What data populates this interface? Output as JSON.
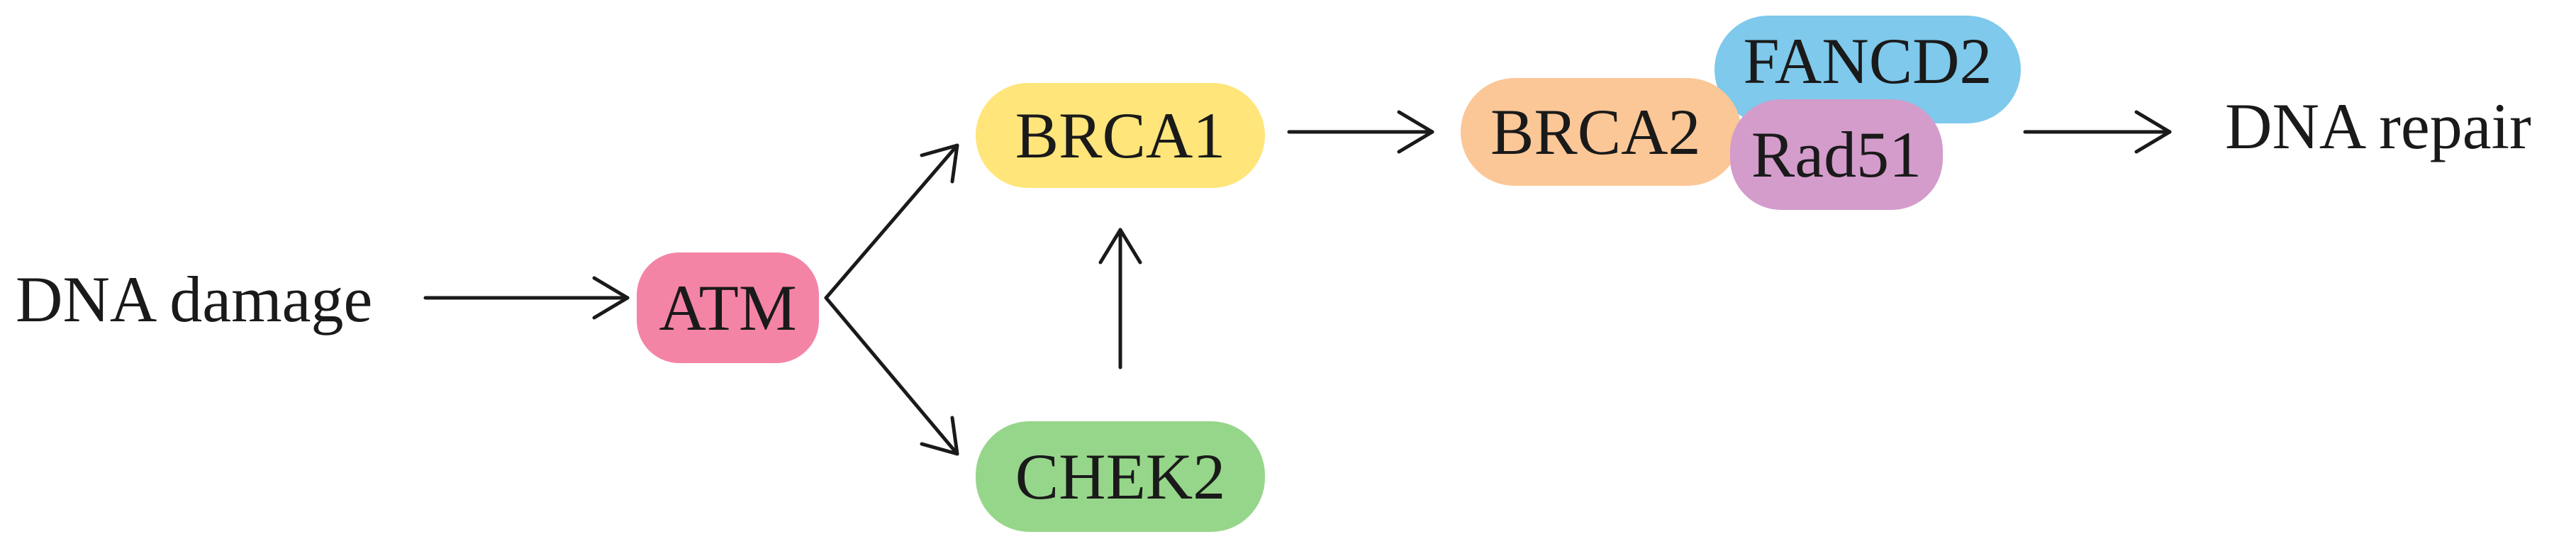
{
  "diagram": {
    "input_label": "DNA damage",
    "output_label": "DNA repair",
    "nodes": {
      "atm": {
        "label": "ATM",
        "color": "#f484a6"
      },
      "brca1": {
        "label": "BRCA1",
        "color": "#ffe57a"
      },
      "chek2": {
        "label": "CHEK2",
        "color": "#96d68a"
      },
      "brca2": {
        "label": "BRCA2",
        "color": "#fbc797"
      },
      "fancd2": {
        "label": "FANCD2",
        "color": "#7ec9ec"
      },
      "rad51": {
        "label": "Rad51",
        "color": "#d39ccb"
      }
    },
    "edges": [
      {
        "from": "DNA damage",
        "to": "ATM"
      },
      {
        "from": "ATM",
        "to": "BRCA1"
      },
      {
        "from": "ATM",
        "to": "CHEK2"
      },
      {
        "from": "CHEK2",
        "to": "BRCA1"
      },
      {
        "from": "BRCA1",
        "to": "BRCA2"
      },
      {
        "from": "Rad51",
        "to": "DNA repair"
      }
    ]
  }
}
